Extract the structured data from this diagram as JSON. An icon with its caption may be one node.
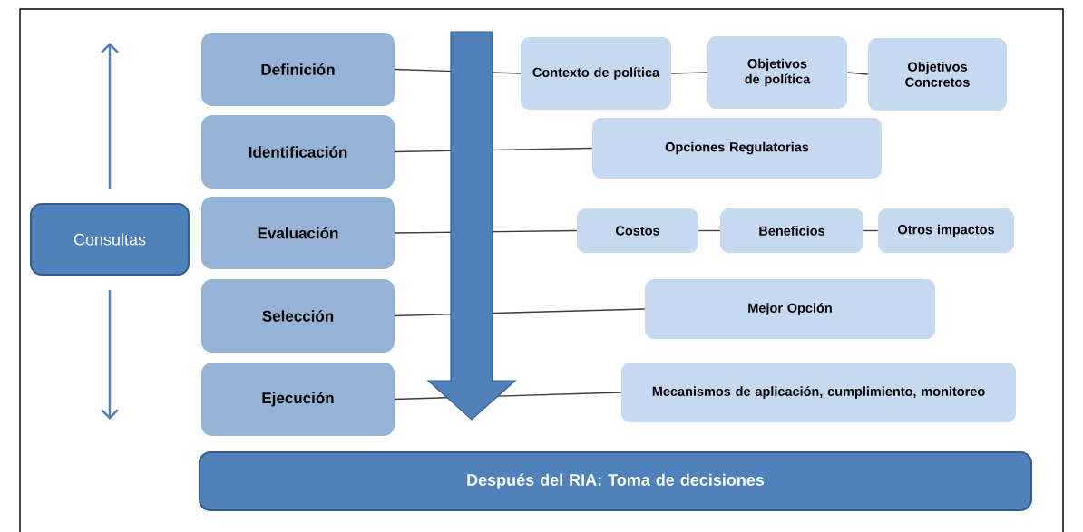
{
  "diagram": {
    "nodes": [
      {
        "text": [
          "Definición"
        ]
      },
      {
        "text": [
          "Identificación"
        ]
      },
      {
        "text": [
          "Evaluación"
        ]
      },
      {
        "text": [
          "Selección"
        ]
      },
      {
        "text": [
          "Ejecución"
        ]
      },
      {
        "text": [
          "Contexto de política"
        ]
      },
      {
        "text": [
          "Objetivos de política"
        ]
      },
      {
        "text": [
          "Objetivos Concretos"
        ]
      },
      {
        "text": [
          "Opciones Regulatorias"
        ]
      },
      {
        "text": [
          "Costos"
        ]
      },
      {
        "text": [
          "Beneficios"
        ]
      },
      {
        "text": [
          "Otros impactos"
        ]
      },
      {
        "text": [
          "Mejor Opción"
        ]
      },
      {
        "text": [
          "Mecanismos de aplicación, cumplimiento, monitoreo"
        ]
      },
      {
        "text": [
          "Consultas"
        ]
      },
      {
        "text": [
          "Después del RIA: Toma de decisiones"
        ]
      }
    ],
    "edges": [
      {
        "from": 0,
        "to": 5,
        "arrow": "none"
      },
      {
        "from": 5,
        "to": 6,
        "arrow": "none"
      },
      {
        "from": 6,
        "to": 7,
        "arrow": "none"
      },
      {
        "from": 1,
        "to": 8,
        "arrow": "none"
      },
      {
        "from": 2,
        "to": 9,
        "arrow": "none"
      },
      {
        "from": 9,
        "to": 10,
        "arrow": "none"
      },
      {
        "from": 10,
        "to": 11,
        "arrow": "none"
      },
      {
        "from": 3,
        "to": 12,
        "arrow": "none"
      },
      {
        "from": 4,
        "to": 13,
        "arrow": "none"
      }
    ]
  }
}
